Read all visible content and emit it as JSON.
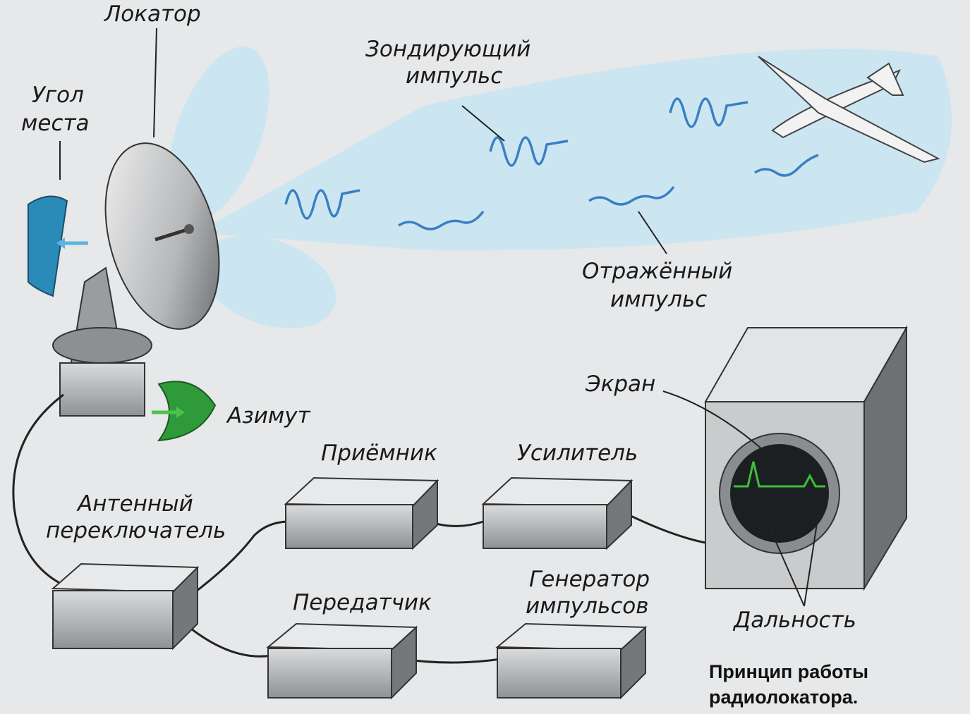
{
  "labels": {
    "locator": "Локатор",
    "elevation_1": "Угол",
    "elevation_2": "места",
    "probe_pulse_1": "Зондирующий",
    "probe_pulse_2": "импульс",
    "reflected_pulse_1": "Отражённый",
    "reflected_pulse_2": "импульс",
    "azimuth": "Азимут",
    "screen": "Экран",
    "receiver": "Приёмник",
    "amplifier": "Усилитель",
    "antenna_switch_1": "Антенный",
    "antenna_switch_2": "переключатель",
    "transmitter": "Передатчик",
    "pulse_generator_1": "Генератор",
    "pulse_generator_2": "импульсов",
    "range": "Дальность"
  },
  "caption": {
    "line1": "Принцип работы",
    "line2": "радиолокатора."
  },
  "colors": {
    "beam": "#c9e6f2",
    "wave": "#3a7fc4",
    "elevation_scale": "#2a8ab8",
    "azimuth_scale": "#2e9a3a",
    "screen_trace": "#3bbf3b"
  }
}
